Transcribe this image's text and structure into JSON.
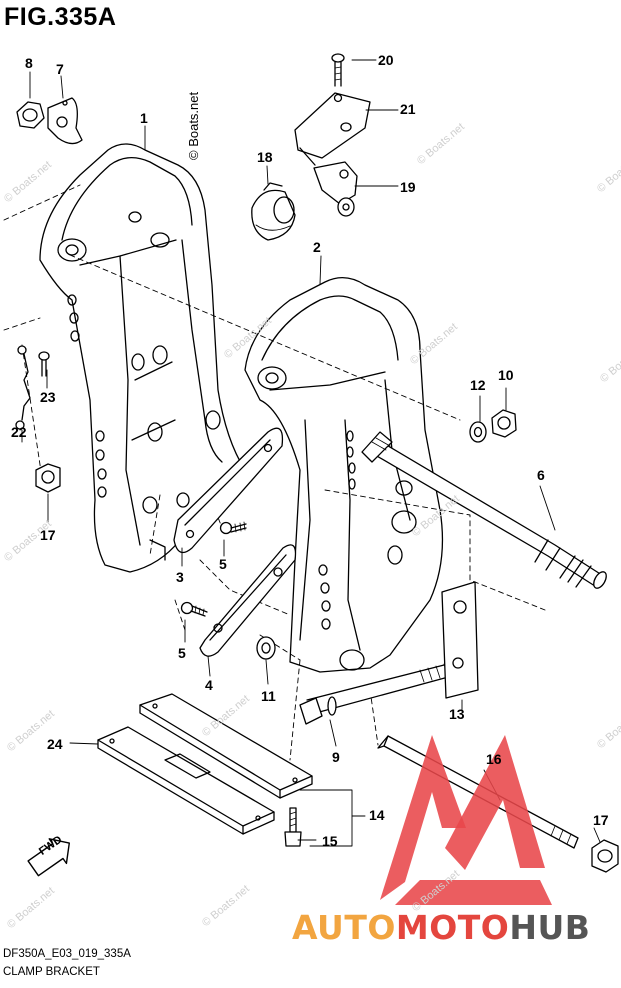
{
  "figure": {
    "title": "FIG.335A"
  },
  "callouts": {
    "c1": "1",
    "c2": "2",
    "c3": "3",
    "c4": "4",
    "c5a": "5",
    "c5b": "5",
    "c6": "6",
    "c7": "7",
    "c8": "8",
    "c9": "9",
    "c10": "10",
    "c11": "11",
    "c12": "12",
    "c13": "13",
    "c14": "14",
    "c15": "15",
    "c16": "16",
    "c17a": "17",
    "c17b": "17",
    "c18": "18",
    "c19": "19",
    "c20": "20",
    "c21": "21",
    "c22": "22",
    "c23": "23",
    "c24": "24"
  },
  "fwd_label": "FWD",
  "center_watermark": "© Boats.net",
  "watermark_text": "© Boats.net",
  "footer": {
    "code": "DF350A_E03_019_335A",
    "name": "CLAMP BRACKET"
  },
  "brand": {
    "part1": "AUTO",
    "part2": "MOTO",
    "part3": "HUB"
  },
  "colors": {
    "brand_orange": "#f2a540",
    "brand_red": "#e4463e",
    "brand_gray": "#555555",
    "triangle": "#e8474a"
  }
}
